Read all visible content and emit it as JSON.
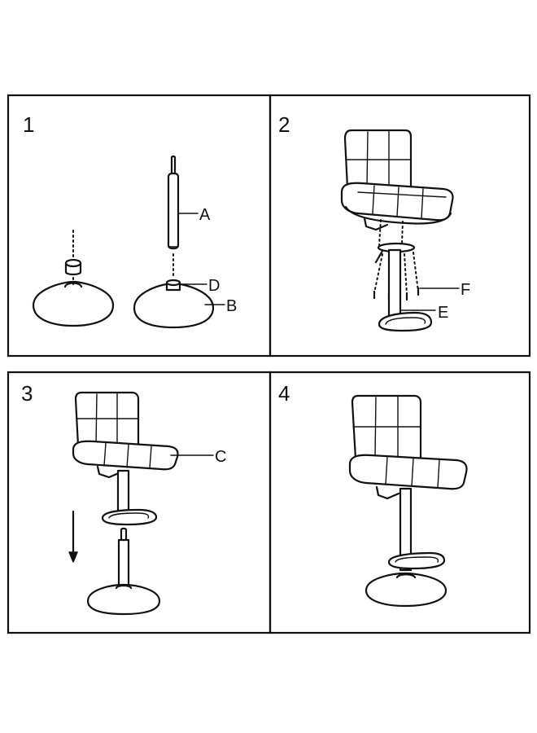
{
  "diagram": {
    "panels": [
      {
        "step": "1",
        "labels": {
          "A": "A",
          "D": "D",
          "B": "B"
        }
      },
      {
        "step": "2",
        "labels": {
          "F": "F",
          "E": "E"
        }
      },
      {
        "step": "3",
        "labels": {
          "C": "C"
        }
      },
      {
        "step": "4"
      }
    ]
  }
}
